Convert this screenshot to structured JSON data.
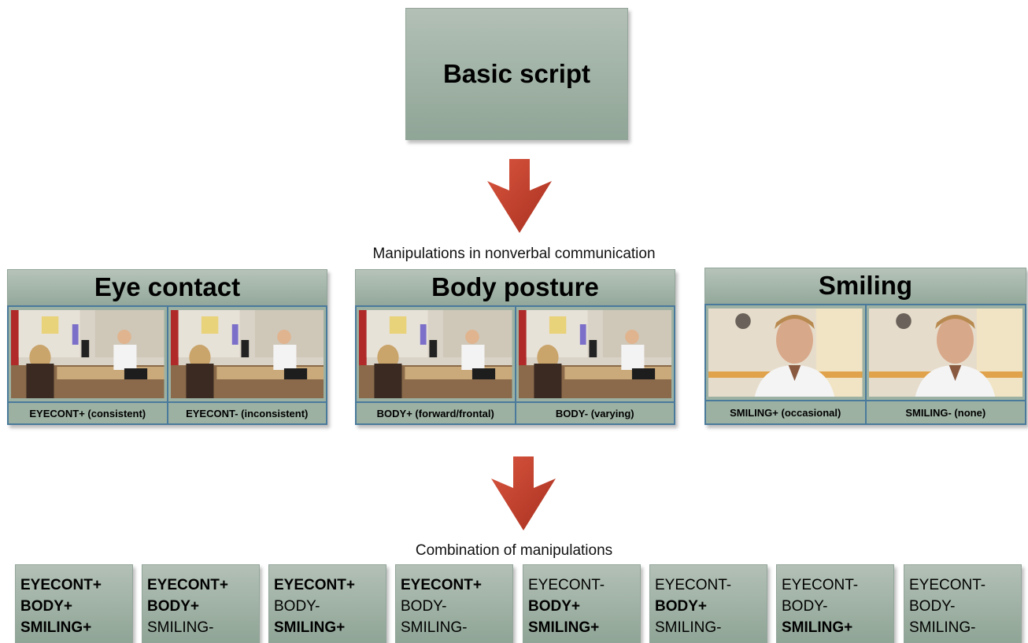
{
  "basic_script": {
    "title": "Basic script"
  },
  "captions": {
    "manipulations": "Manipulations in nonverbal communication",
    "combination": "Combination of manipulations"
  },
  "panels": [
    {
      "title": "Eye contact",
      "cells": [
        {
          "label": "EYECONT+ (consistent)",
          "photo": "consultation-room-photo"
        },
        {
          "label": "EYECONT- (inconsistent)",
          "photo": "consultation-room-photo"
        }
      ]
    },
    {
      "title": "Body posture",
      "cells": [
        {
          "label": "BODY+ (forward/frontal)",
          "photo": "consultation-room-photo"
        },
        {
          "label": "BODY- (varying)",
          "photo": "consultation-room-photo"
        }
      ]
    },
    {
      "title": "Smiling",
      "cells": [
        {
          "label": "SMILING+ (occasional)",
          "photo": "doctor-closeup-photo"
        },
        {
          "label": "SMILING- (none)",
          "photo": "doctor-closeup-photo"
        }
      ]
    }
  ],
  "combinations": [
    {
      "lines": [
        {
          "text": "EYECONT+",
          "bold": true
        },
        {
          "text": "BODY+",
          "bold": true
        },
        {
          "text": "SMILING+",
          "bold": true
        }
      ]
    },
    {
      "lines": [
        {
          "text": "EYECONT+",
          "bold": true
        },
        {
          "text": "BODY+",
          "bold": true
        },
        {
          "text": "SMILING-",
          "bold": false
        }
      ]
    },
    {
      "lines": [
        {
          "text": "EYECONT+",
          "bold": true
        },
        {
          "text": "BODY-",
          "bold": false
        },
        {
          "text": "SMILING+",
          "bold": true
        }
      ]
    },
    {
      "lines": [
        {
          "text": "EYECONT+",
          "bold": true
        },
        {
          "text": "BODY-",
          "bold": false
        },
        {
          "text": "SMILING-",
          "bold": false
        }
      ]
    },
    {
      "lines": [
        {
          "text": "EYECONT-",
          "bold": false
        },
        {
          "text": "BODY+",
          "bold": true
        },
        {
          "text": "SMILING+",
          "bold": true
        }
      ]
    },
    {
      "lines": [
        {
          "text": "EYECONT-",
          "bold": false
        },
        {
          "text": "BODY+",
          "bold": true
        },
        {
          "text": "SMILING-",
          "bold": false
        }
      ]
    },
    {
      "lines": [
        {
          "text": "EYECONT-",
          "bold": false
        },
        {
          "text": "BODY-",
          "bold": false
        },
        {
          "text": "SMILING+",
          "bold": true
        }
      ]
    },
    {
      "lines": [
        {
          "text": "EYECONT-",
          "bold": false
        },
        {
          "text": "BODY-",
          "bold": false
        },
        {
          "text": "SMILING-",
          "bold": false
        }
      ]
    }
  ],
  "colors": {
    "box_fill": "#9fb2a5",
    "arrow": "#c0392b",
    "grid_border": "#4a7a9b"
  }
}
